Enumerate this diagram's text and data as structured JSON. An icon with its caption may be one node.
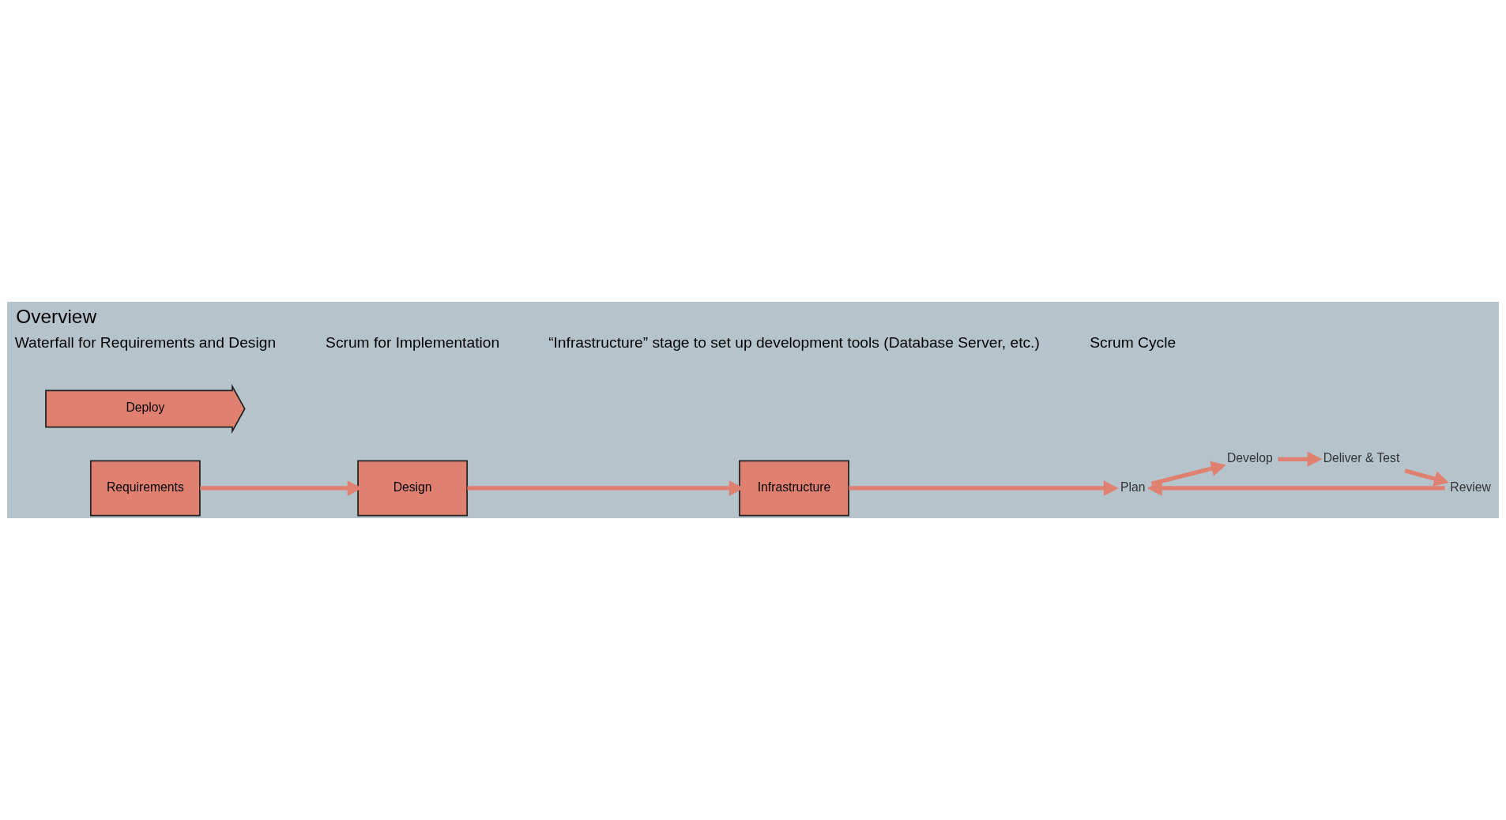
{
  "diagram": {
    "title": "Overview",
    "nodes": [
      {
        "text": [
          "Requirements"
        ]
      },
      {
        "text": [
          "Design"
        ]
      },
      {
        "text": [
          "Infrastructure"
        ]
      },
      {
        "text": [
          "Plan"
        ]
      },
      {
        "text": [
          "Develop"
        ]
      },
      {
        "text": [
          "Deliver & Test"
        ]
      },
      {
        "text": [
          "Review"
        ]
      },
      {
        "text": [
          "Deploy"
        ]
      }
    ],
    "edges": [
      {
        "from": 0,
        "to": 1,
        "arrow": "to"
      },
      {
        "from": 1,
        "to": 2,
        "arrow": "to"
      },
      {
        "from": 2,
        "to": 3,
        "arrow": "to"
      },
      {
        "from": 3,
        "to": 4,
        "arrow": "to"
      },
      {
        "from": 4,
        "to": 5,
        "arrow": "to"
      },
      {
        "from": 5,
        "to": 6,
        "arrow": "to"
      },
      {
        "from": 6,
        "to": 3,
        "arrow": "to"
      }
    ],
    "labels": [
      "Waterfall for Requirements and Design",
      "Scrum for Implementation",
      "“Infrastructure” stage to set up development tools (Database Server, etc.)",
      "Scrum Cycle"
    ]
  }
}
